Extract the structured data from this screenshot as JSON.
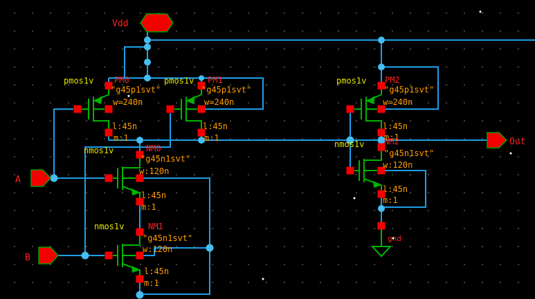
{
  "colors": {
    "background": "#000000",
    "wire": "#1e9fe8",
    "solder_dot": "#45bdf2",
    "device_green": "#00b400",
    "terminal_red": "#f50000",
    "instance_label": "#ff2222",
    "cell_label": "#e3e300",
    "param_label": "#ff9c00"
  },
  "power": {
    "vdd": "Vdd",
    "gnd": "gnd"
  },
  "pins": {
    "a": "A",
    "b": "B",
    "out": "Out"
  },
  "transistors": [
    {
      "cell": "pmos1v",
      "instance": "PM0",
      "model": "\"g45p1svt\"",
      "w": "w=240n",
      "l": "l:45n",
      "m": "m:1"
    },
    {
      "cell": "pmos1v",
      "instance": "PM1",
      "model": "\"g45p1svt\"",
      "w": "w=240n",
      "l": "l:45n",
      "m": "m:1"
    },
    {
      "cell": "pmos1v",
      "instance": "PM2",
      "model": "\"g45p1svt\"",
      "w": "w=240n",
      "l": "l:45n",
      "m": "m:1"
    },
    {
      "cell": "nmos1v",
      "instance": "NM0",
      "model": "\"g45n1svt\"",
      "w": "w:120n",
      "l": "l:45n",
      "m": "m:1"
    },
    {
      "cell": "nmos1v",
      "instance": "NM1",
      "model": "\"g45n1svt\"",
      "w": "w:120n",
      "l": "l:45n",
      "m": "m:1"
    },
    {
      "cell": "nmos1v",
      "instance": "NM2",
      "model": "\"g45n1svt\"",
      "w": "w:120n",
      "l": "l:45n",
      "m": "m:1"
    }
  ]
}
